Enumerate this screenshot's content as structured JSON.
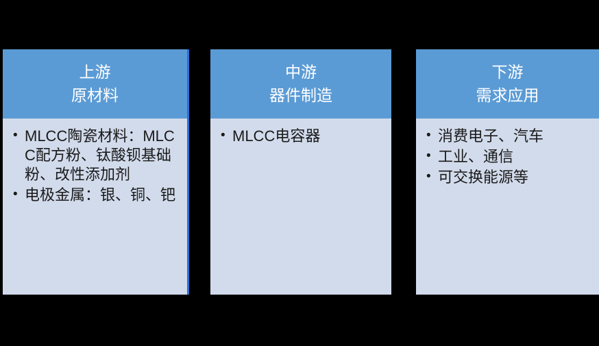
{
  "diagram": {
    "type": "value-chain",
    "background_color": "#000000",
    "header_color": "#5b9bd5",
    "body_color": "#d2dbeb",
    "accent_stripe_color": "#2f6fdb",
    "header_text_color": "#ffffff",
    "body_text_color": "#1a1a1a",
    "columns": [
      {
        "stage": "上游",
        "name": "原材料",
        "bullets": [
          "MLCC陶瓷材料：MLCC配方粉、钛酸钡基础粉、改性添加剂",
          "电极金属：银、铜、钯"
        ]
      },
      {
        "stage": "中游",
        "name": "器件制造",
        "bullets": [
          "MLCC电容器"
        ]
      },
      {
        "stage": "下游",
        "name": "需求应用",
        "bullets": [
          "消费电子、汽车",
          "工业、通信",
          "可交换能源等"
        ]
      }
    ]
  }
}
